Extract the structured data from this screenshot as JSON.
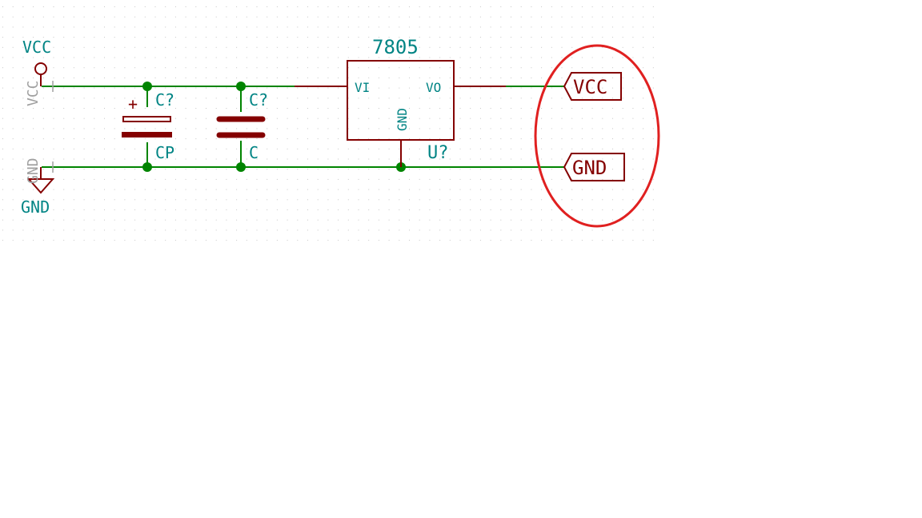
{
  "colors": {
    "wire": "#008400",
    "component": "#840000",
    "label_text": "#008484",
    "pin_text": "#840000",
    "junction": "#008400",
    "grid": "#c6c6c6",
    "highlight": "#e02020",
    "hidden_text": "#a0a0a0"
  },
  "power": {
    "vcc_symbol": {
      "name": "VCC",
      "hidden_ref": "VCC"
    },
    "gnd_symbol": {
      "name": "GND",
      "hidden_ref": "GND"
    }
  },
  "components": {
    "cp": {
      "ref": "C?",
      "value": "CP",
      "plus_mark": "+"
    },
    "c": {
      "ref": "C?",
      "value": "C"
    },
    "regulator": {
      "name": "7805",
      "ref": "U?",
      "pins": {
        "in": "VI",
        "out": "VO",
        "gnd": "GND"
      }
    }
  },
  "labels": {
    "vcc": "VCC",
    "gnd": "GND"
  },
  "icons": [
    "power-vcc-icon",
    "power-gnd-icon",
    "junction-dot-icon",
    "hierarchical-label-icon"
  ]
}
